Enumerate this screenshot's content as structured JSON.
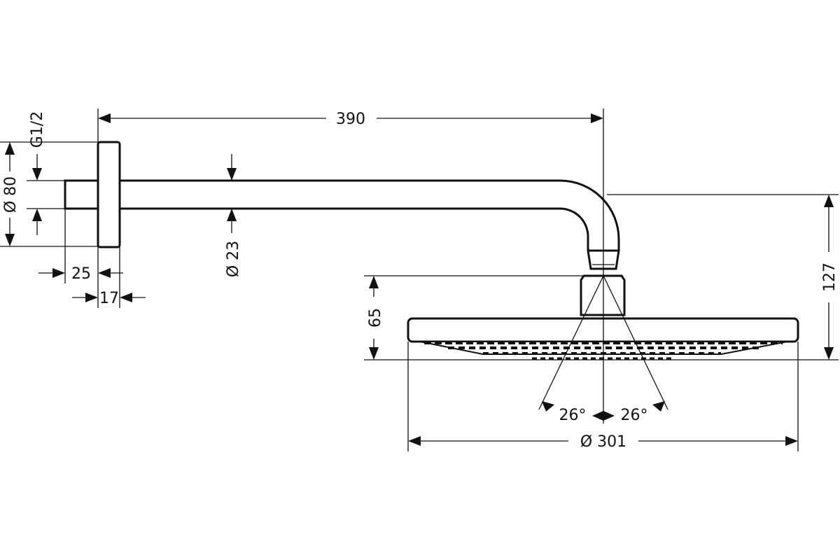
{
  "dimensions": {
    "length": "390",
    "thread": "G1/2",
    "flange_diameter": "Ø 80",
    "pipe_diameter": "Ø 23",
    "nipple_length": "25",
    "flange_depth": "17",
    "head_height": "65",
    "total_drop": "127",
    "spray_angle_left": "26°",
    "spray_angle_right": "26°",
    "head_diameter": "Ø 301"
  }
}
